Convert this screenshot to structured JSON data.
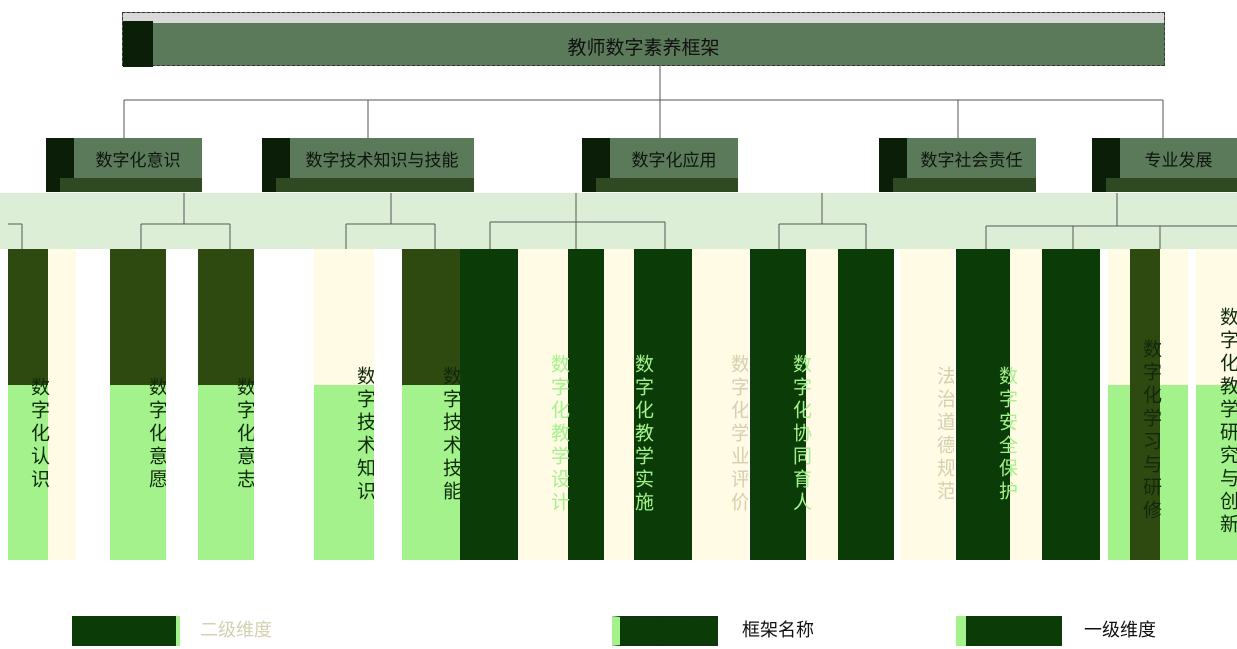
{
  "title": "教师数字素养框架",
  "colors": {
    "root_fill": "#5a7a5a",
    "l1_fill": "#5a7a5a",
    "l2_dark": "#0b3b06",
    "l2_green": "#a3f28c",
    "band": "#dcefd6",
    "connector": "#555555"
  },
  "level1": [
    "数字化意识",
    "数字技术知识与技能",
    "数字化应用",
    "数字社会责任",
    "专业发展"
  ],
  "level2": [
    "数字化认识",
    "数字化意愿",
    "数字化意志",
    "数字技术知识",
    "数字技术技能",
    "数字化教学设计",
    "数字化教学实施",
    "数字化学业评价",
    "数字化协同育人",
    "法治道德规范",
    "数字安全保护",
    "数字化学习与研修",
    "数字化教学研究与创新"
  ],
  "legend": {
    "secondary": "二级维度",
    "framework": "框架名称",
    "primary": "一级维度"
  }
}
